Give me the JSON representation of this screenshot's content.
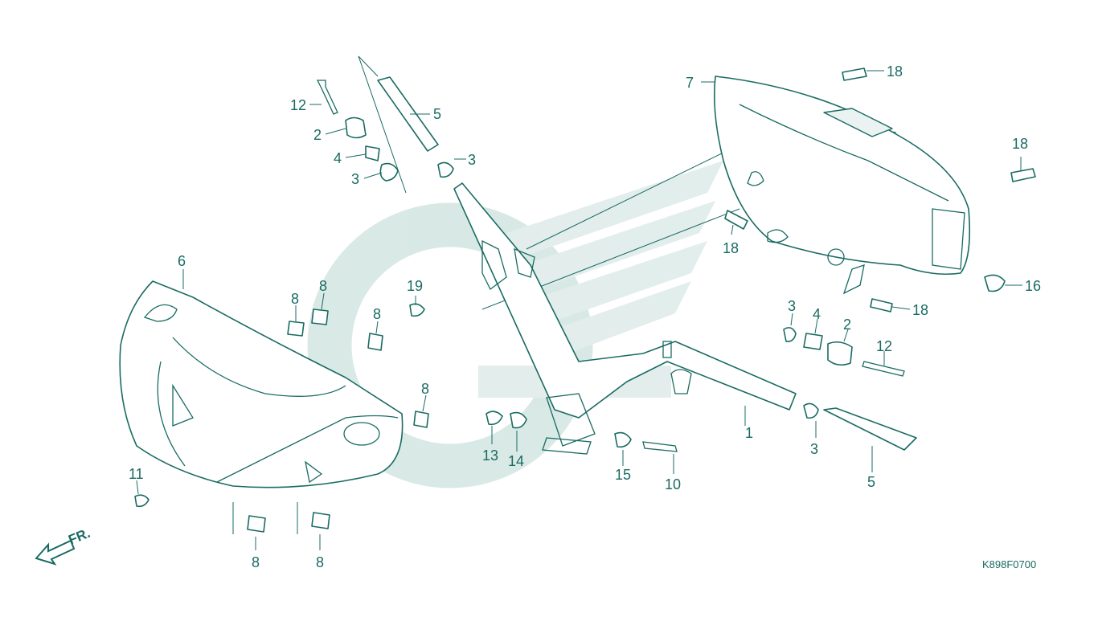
{
  "diagram": {
    "drawing_code": "K898F0700",
    "direction_label": "FR.",
    "colors": {
      "line": "#1a6b63",
      "watermark": "#d4e7e3",
      "background": "#ffffff"
    },
    "callouts": [
      {
        "num": "1"
      },
      {
        "num": "2"
      },
      {
        "num": "2"
      },
      {
        "num": "3"
      },
      {
        "num": "3"
      },
      {
        "num": "3"
      },
      {
        "num": "3"
      },
      {
        "num": "4"
      },
      {
        "num": "4"
      },
      {
        "num": "5"
      },
      {
        "num": "5"
      },
      {
        "num": "6"
      },
      {
        "num": "7"
      },
      {
        "num": "8"
      },
      {
        "num": "8"
      },
      {
        "num": "8"
      },
      {
        "num": "8"
      },
      {
        "num": "8"
      },
      {
        "num": "8"
      },
      {
        "num": "10"
      },
      {
        "num": "11"
      },
      {
        "num": "12"
      },
      {
        "num": "12"
      },
      {
        "num": "13"
      },
      {
        "num": "14"
      },
      {
        "num": "15"
      },
      {
        "num": "16"
      },
      {
        "num": "18"
      },
      {
        "num": "18"
      },
      {
        "num": "18"
      },
      {
        "num": "18"
      },
      {
        "num": "19"
      }
    ]
  }
}
